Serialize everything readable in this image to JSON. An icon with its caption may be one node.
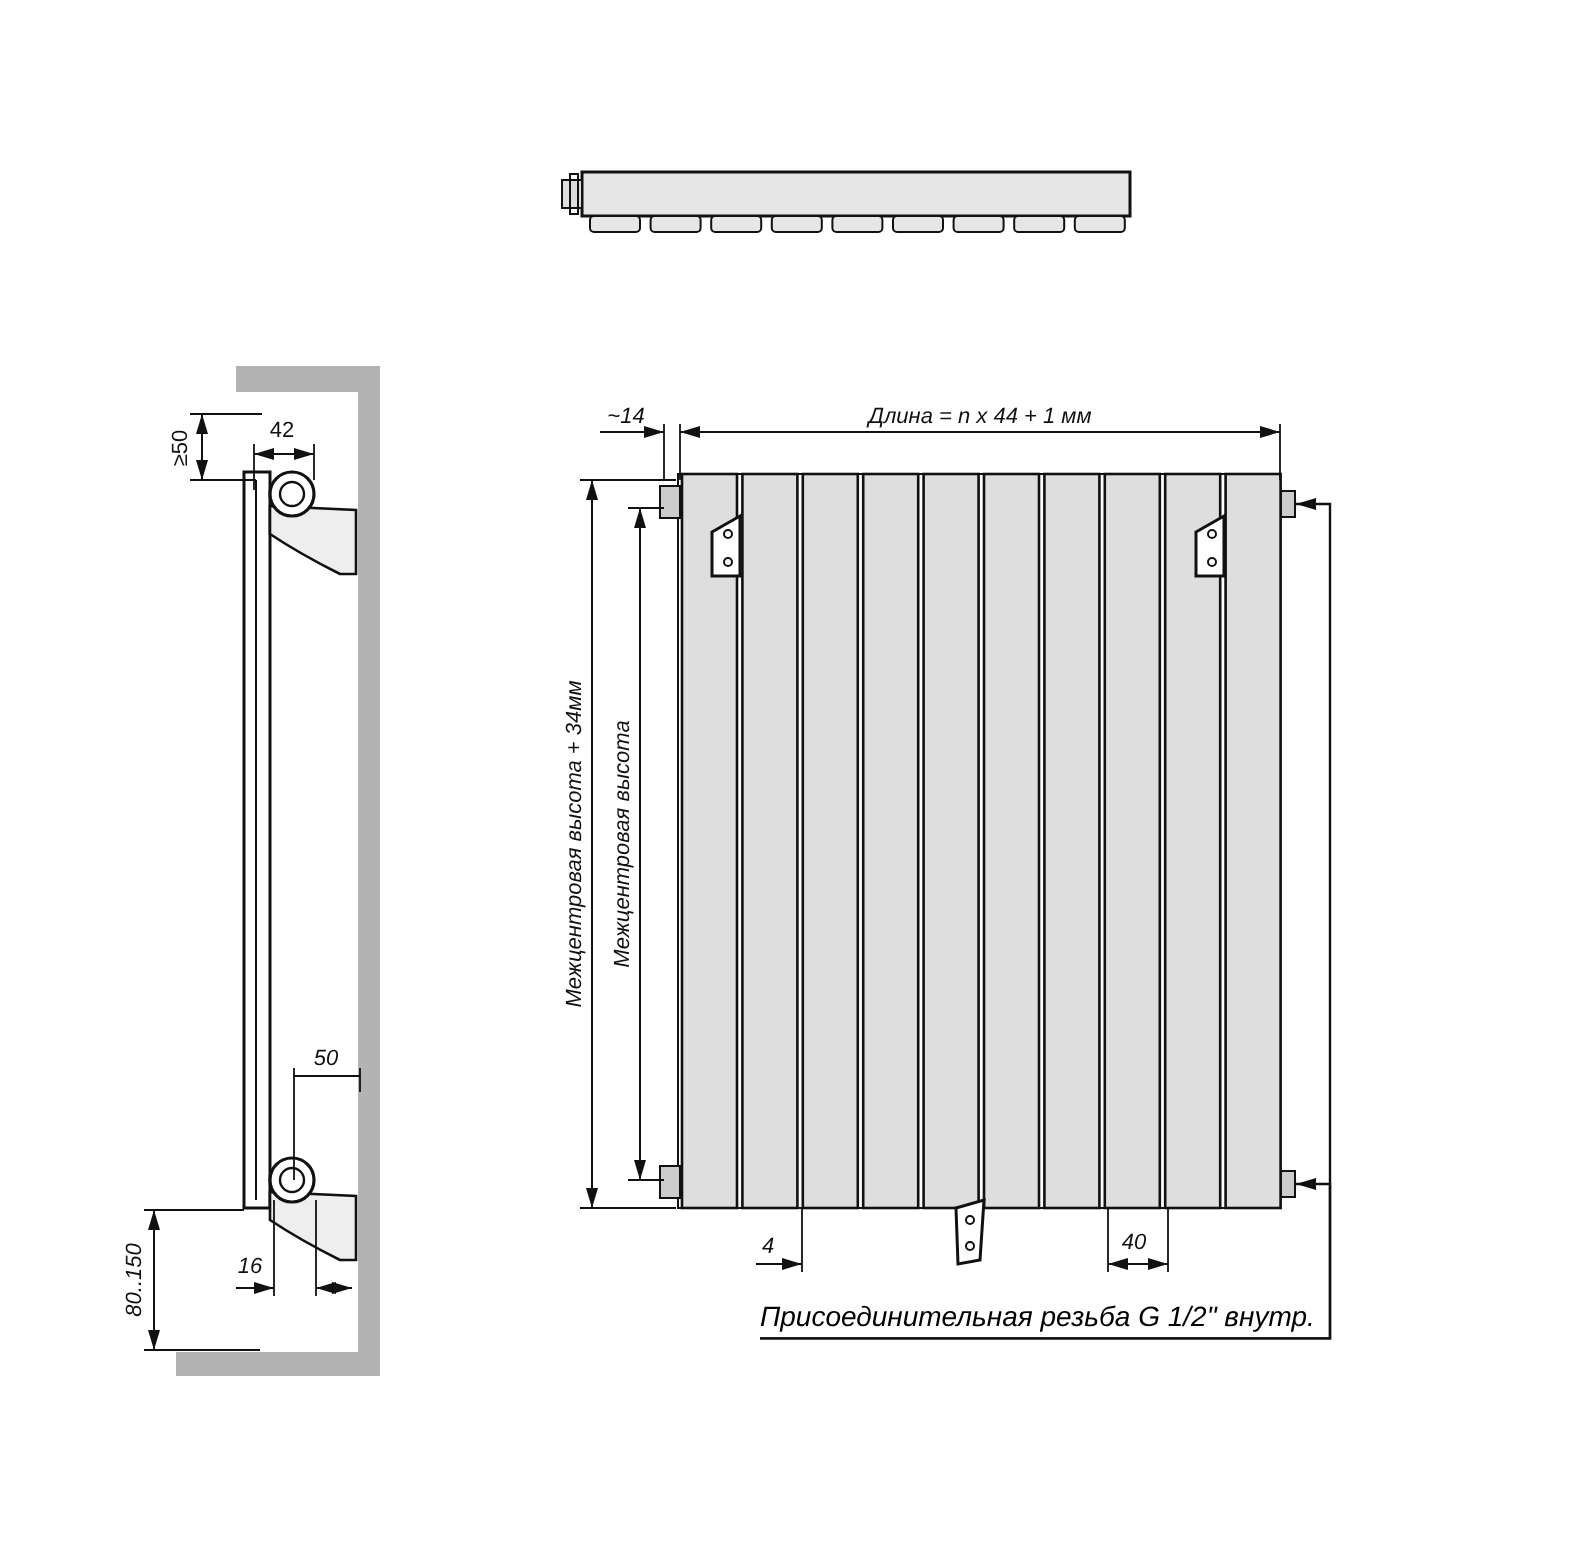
{
  "diagram": {
    "nodes": [
      {
        "text": [
          "Присоединительная резьба G 1/2\" внутр."
        ]
      },
      {
        "text": [],
        "shape": "box"
      },
      {
        "text": [],
        "shape": "box"
      }
    ],
    "edges": [
      {
        "from": 0,
        "to": 1,
        "arrow": "to"
      },
      {
        "from": 0,
        "to": 2,
        "arrow": "to"
      }
    ],
    "labels": [
      "~14",
      "Длина = n x 44 + 1 мм",
      "Межцентровая высота + 34мм",
      "Межцентровая высота",
      "4",
      "40",
      "≥50",
      "42",
      "50",
      "16",
      "80..150"
    ]
  }
}
